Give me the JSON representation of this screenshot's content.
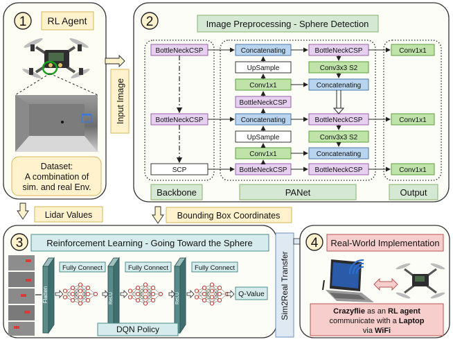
{
  "panel1": {
    "number": "1",
    "title": "RL Agent",
    "dataset_lines": [
      "Dataset:",
      "A combination of",
      "sim. and real Env."
    ]
  },
  "input_image_label": "Input Image",
  "lidar_label": "Lidar Values",
  "bbox_label": "Bounding Box Coordinates",
  "panel2": {
    "number": "2",
    "title": "Image Preprocessing - Sphere Detection",
    "backbone_blocks": [
      "BottleNeckCSP",
      "BottleNeckCSP",
      "SCP"
    ],
    "panet_col1": [
      "Concatenating",
      "UpSample",
      "Conv1x1",
      "BottleNeckCSP",
      "Concatenating",
      "UpSample",
      "Conv1x1",
      "BottleNeckCSP"
    ],
    "panet_col2": [
      "BottleNeckCSP",
      "Conv3x3 S2",
      "Concatenating",
      "BottleNeckCSP",
      "Conv3x3 S2",
      "Concatenating",
      "BottleNeckCSP"
    ],
    "output_blocks": [
      "Conv1x1",
      "Conv1x1",
      "Conv1x1"
    ],
    "section_labels": [
      "Backbone",
      "PANet",
      "Output"
    ]
  },
  "panel3": {
    "number": "3",
    "title": "Reinforcement Learning - Going Toward the Sphere",
    "flatten_label": "Flatten",
    "relu_label": "ReLU",
    "fc_label": "Fully Connect",
    "qvalue_label": "Q-Value",
    "policy_label": "DQN Policy"
  },
  "sim2real_label": "Sim2Real Transfer",
  "panel4": {
    "number": "4",
    "title": "Real-World Implementation",
    "caption_lines": [
      [
        "Crazyflie",
        " as an ",
        "RL agent"
      ],
      [
        "communicate with a ",
        "Laptop"
      ],
      [
        "via ",
        "WiFi"
      ]
    ]
  },
  "colors": {
    "title_fill": "#d5e8d4",
    "title_stroke": "#82b366",
    "yellow_fill": "#fff2cc",
    "yellow_stroke": "#d6b656",
    "panel_fill": "#fdfdf8",
    "teal_fill": "#d6ecec",
    "pink_fill": "#f8cecc",
    "pink_stroke": "#b85450",
    "bottleneck_fill": "#e6d0f0",
    "bottleneck_stroke": "#9c5fa8",
    "concat_fill": "#b9d4ee",
    "concat_stroke": "#4a78a8",
    "conv_fill": "#bfe3a8",
    "conv_stroke": "#5a9e3a",
    "sim_fill": "#dfe9f3",
    "layer_fill": "#5a8a8a"
  }
}
